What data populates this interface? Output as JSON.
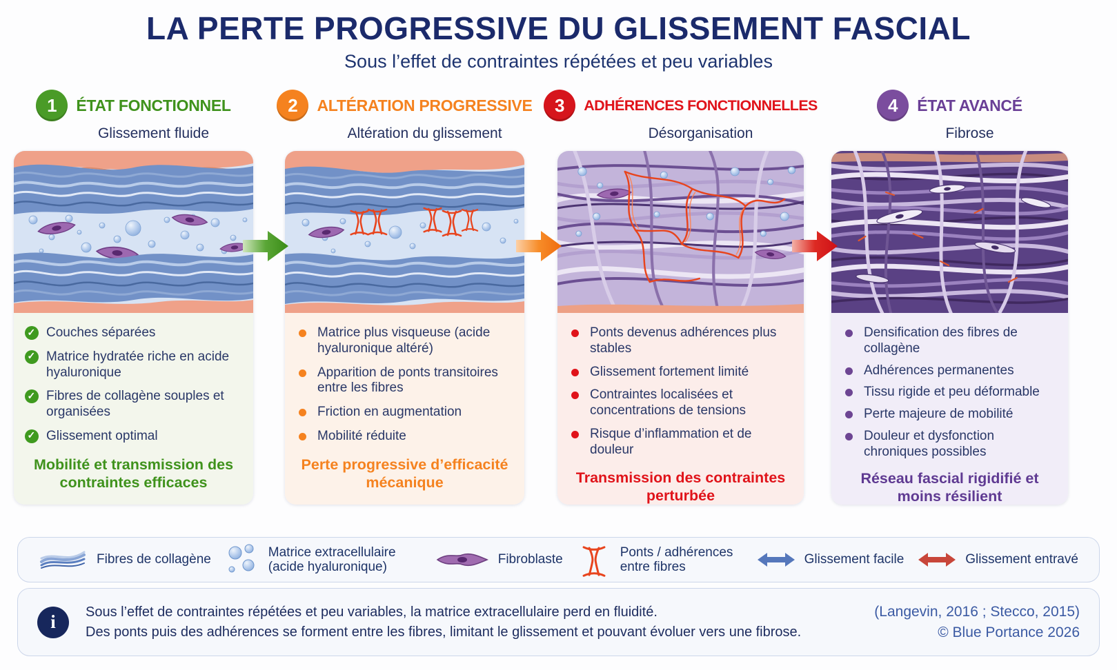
{
  "header": {
    "title": "LA PERTE PROGRESSIVE DU GLISSEMENT FASCIAL",
    "subtitle": "Sous l’effet de contraintes répétées et peu variables"
  },
  "colors": {
    "navy": "#1b2a6b",
    "green": "#3f921c",
    "orange": "#f5821f",
    "red": "#d6151c",
    "purple": "#7b4d9e"
  },
  "stages": [
    {
      "number": "1",
      "title": "ÉTAT FONCTIONNEL",
      "subtitle": "Glissement fluide",
      "color": "#3f921c",
      "items": [
        "Couches séparées",
        "Matrice hydratée riche en acide hyaluronique",
        "Fibres de collagène souples et organisées",
        "Glissement optimal"
      ],
      "summary": "Mobilité et transmission des contraintes efficaces"
    },
    {
      "number": "2",
      "title": "ALTÉRATION PROGRESSIVE",
      "subtitle": "Altération du glissement",
      "color": "#f5821f",
      "items": [
        "Matrice plus visqueuse (acide hyaluronique altéré)",
        "Apparition de ponts transitoires entre les fibres",
        "Friction en augmentation",
        "Mobilité réduite"
      ],
      "summary": "Perte progressive d’efficacité mécanique"
    },
    {
      "number": "3",
      "title": "ADHÉRENCES FONCTIONNELLES",
      "subtitle": "Désorganisation",
      "color": "#d6151c",
      "items": [
        "Ponts devenus adhérences plus stables",
        "Glissement fortement limité",
        "Contraintes localisées et concentrations de tensions",
        "Risque d’inflammation et de douleur"
      ],
      "summary": "Transmission des contraintes perturbée"
    },
    {
      "number": "4",
      "title": "ÉTAT AVANCÉ",
      "subtitle": "Fibrose",
      "color": "#7b4d9e",
      "items": [
        "Densification des fibres de collagène",
        "Adhérences permanentes",
        "Tissu rigide et peu déformable",
        "Perte majeure de mobilité",
        "Douleur et dysfonction chroniques possibles"
      ],
      "summary": "Réseau fascial rigidifié et moins résilient"
    }
  ],
  "legend": {
    "items": [
      {
        "icon": "collagen-fibers-icon",
        "label": "Fibres de collagène"
      },
      {
        "icon": "matrix-bubbles-icon",
        "label": "Matrice extracellulaire (acide hyaluronique)"
      },
      {
        "icon": "fibroblast-icon",
        "label": "Fibroblaste"
      },
      {
        "icon": "fiber-bridges-icon",
        "label": "Ponts / adhérences entre fibres"
      },
      {
        "icon": "double-arrow-blue-icon",
        "label": "Glissement facile"
      },
      {
        "icon": "double-arrow-red-icon",
        "label": "Glissement entravé"
      }
    ]
  },
  "footer": {
    "line1": "Sous l’effet de contraintes répétées et peu variables, la matrice extracellulaire perd en fluidité.",
    "line2": "Des ponts puis des adhérences se forment entre les fibres, limitant le glissement et pouvant évoluer vers une fibrose.",
    "citation": "(Langevin, 2016 ; Stecco, 2015)",
    "copyright": "© Blue Portance 2026"
  }
}
